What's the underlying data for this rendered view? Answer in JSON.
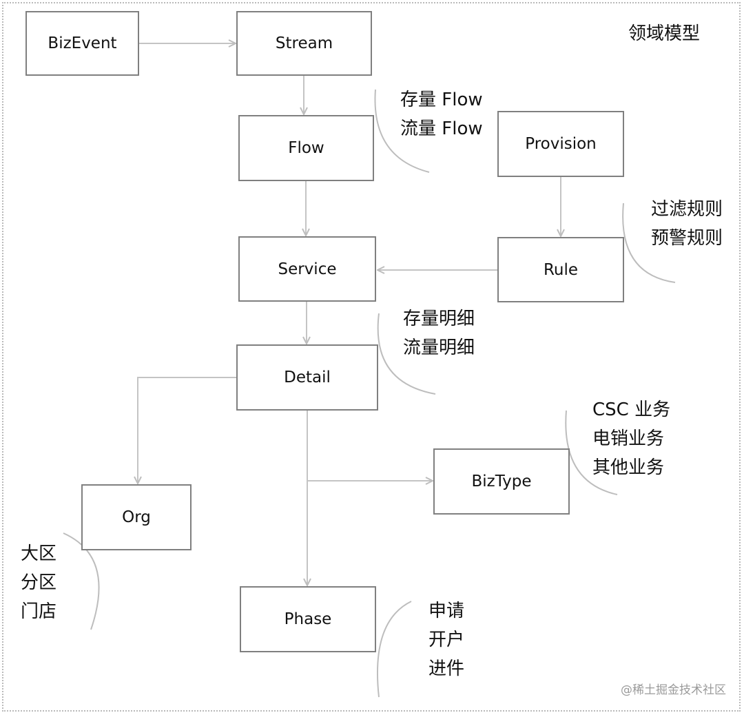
{
  "title": "领域模型",
  "nodes": {
    "bizevent": "BizEvent",
    "stream": "Stream",
    "flow": "Flow",
    "provision": "Provision",
    "service": "Service",
    "rule": "Rule",
    "detail": "Detail",
    "biztype": "BizType",
    "org": "Org",
    "phase": "Phase"
  },
  "notes": {
    "flow": [
      "存量 Flow",
      "流量 Flow"
    ],
    "rule": [
      "过滤规则",
      "预警规则"
    ],
    "detail": [
      "存量明细",
      "流量明细"
    ],
    "biztype": [
      "CSC 业务",
      "电销业务",
      "其他业务"
    ],
    "org": [
      "大区",
      "分区",
      "门店"
    ],
    "phase": [
      "申请",
      "开户",
      "进件"
    ]
  },
  "watermark": "@稀土掘金技术社区",
  "colors": {
    "box_border": "#7f7f7f",
    "arrow": "#c0c0c0",
    "frame": "#b9b9b9"
  }
}
